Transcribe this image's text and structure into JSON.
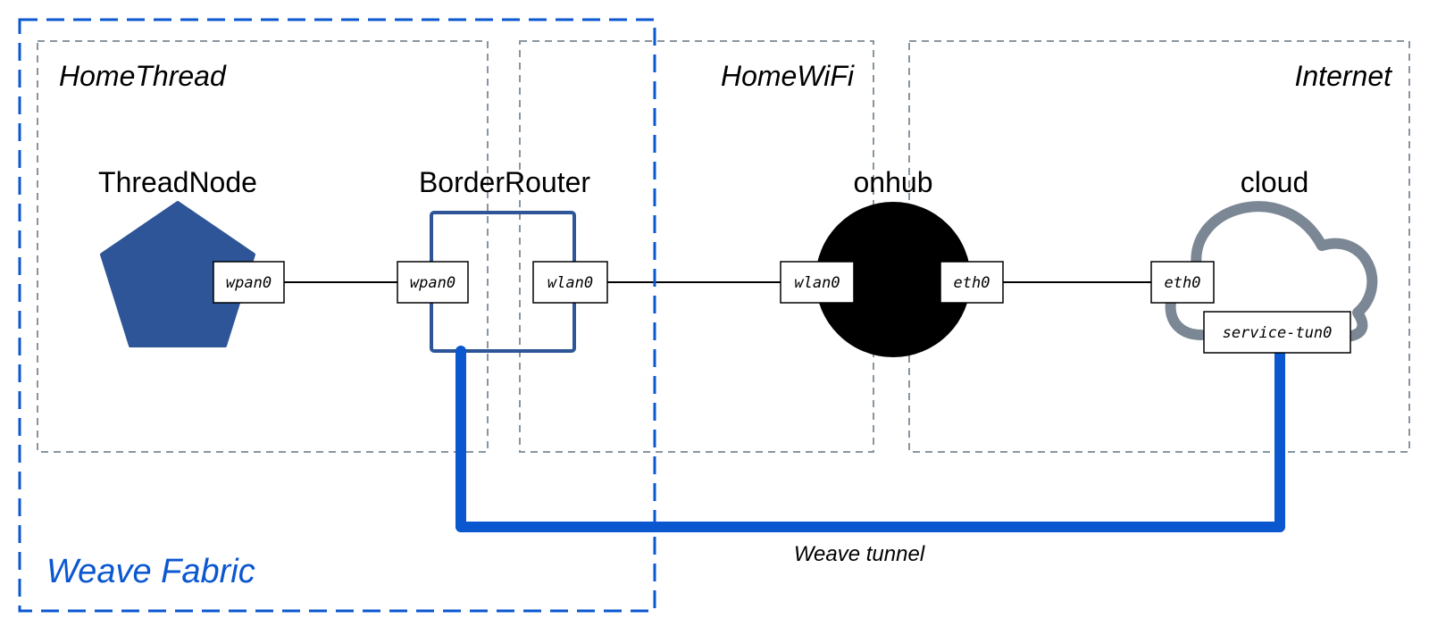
{
  "zones": {
    "home_thread": "HomeThread",
    "home_wifi": "HomeWiFi",
    "internet": "Internet"
  },
  "nodes": {
    "thread_node": {
      "label": "ThreadNode",
      "shape": "pentagon",
      "color": "#2d5597"
    },
    "border_router": {
      "label": "BorderRouter",
      "shape": "square-outline",
      "color": "#2d5597"
    },
    "onhub": {
      "label": "onhub",
      "shape": "circle",
      "color": "#000000"
    },
    "cloud": {
      "label": "cloud",
      "shape": "cloud-outline",
      "color": "#7b8794"
    }
  },
  "interfaces": {
    "thread_node_wpan": "wpan0",
    "border_router_wpan": "wpan0",
    "border_router_wlan": "wlan0",
    "onhub_wlan": "wlan0",
    "onhub_eth": "eth0",
    "cloud_eth": "eth0",
    "cloud_service_tun": "service-tun0"
  },
  "fabric": {
    "label": "Weave Fabric",
    "color": "#0b57d0"
  },
  "tunnel": {
    "label": "Weave tunnel",
    "color": "#0b57d0"
  },
  "colors": {
    "zone_border": "#8a959f",
    "link": "#000000"
  }
}
